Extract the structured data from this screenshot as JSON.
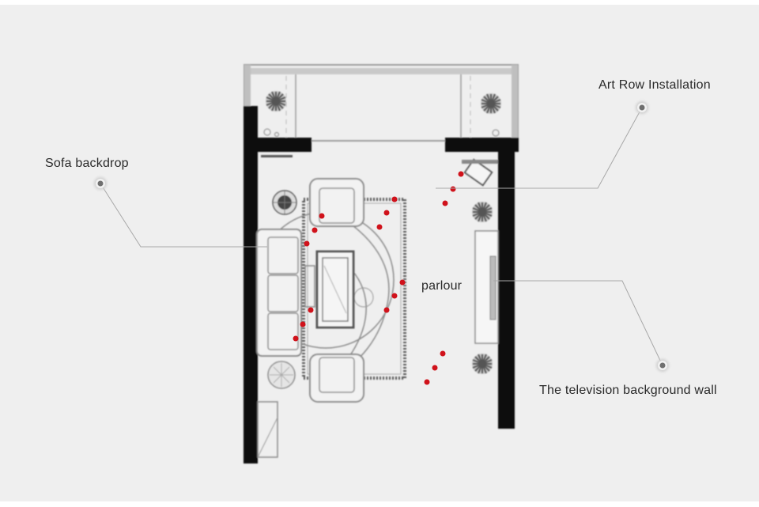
{
  "labels": {
    "sofa_backdrop": "Sofa backdrop",
    "art_row": "Art Row Installation",
    "tv_wall": "The television background wall",
    "room": "parlour"
  },
  "colors": {
    "background": "#efefef",
    "wall": "#111111",
    "furniture_line": "#9a9a9a",
    "leader_line": "#a8a8a8",
    "marker": "#7a7a7a",
    "path_dot": "#d0121b"
  },
  "icons": [
    "plant-icon",
    "floor-lamp-icon",
    "armchair-icon",
    "sofa-icon",
    "coffee-table-icon",
    "tv-unit-icon",
    "door-icon"
  ]
}
